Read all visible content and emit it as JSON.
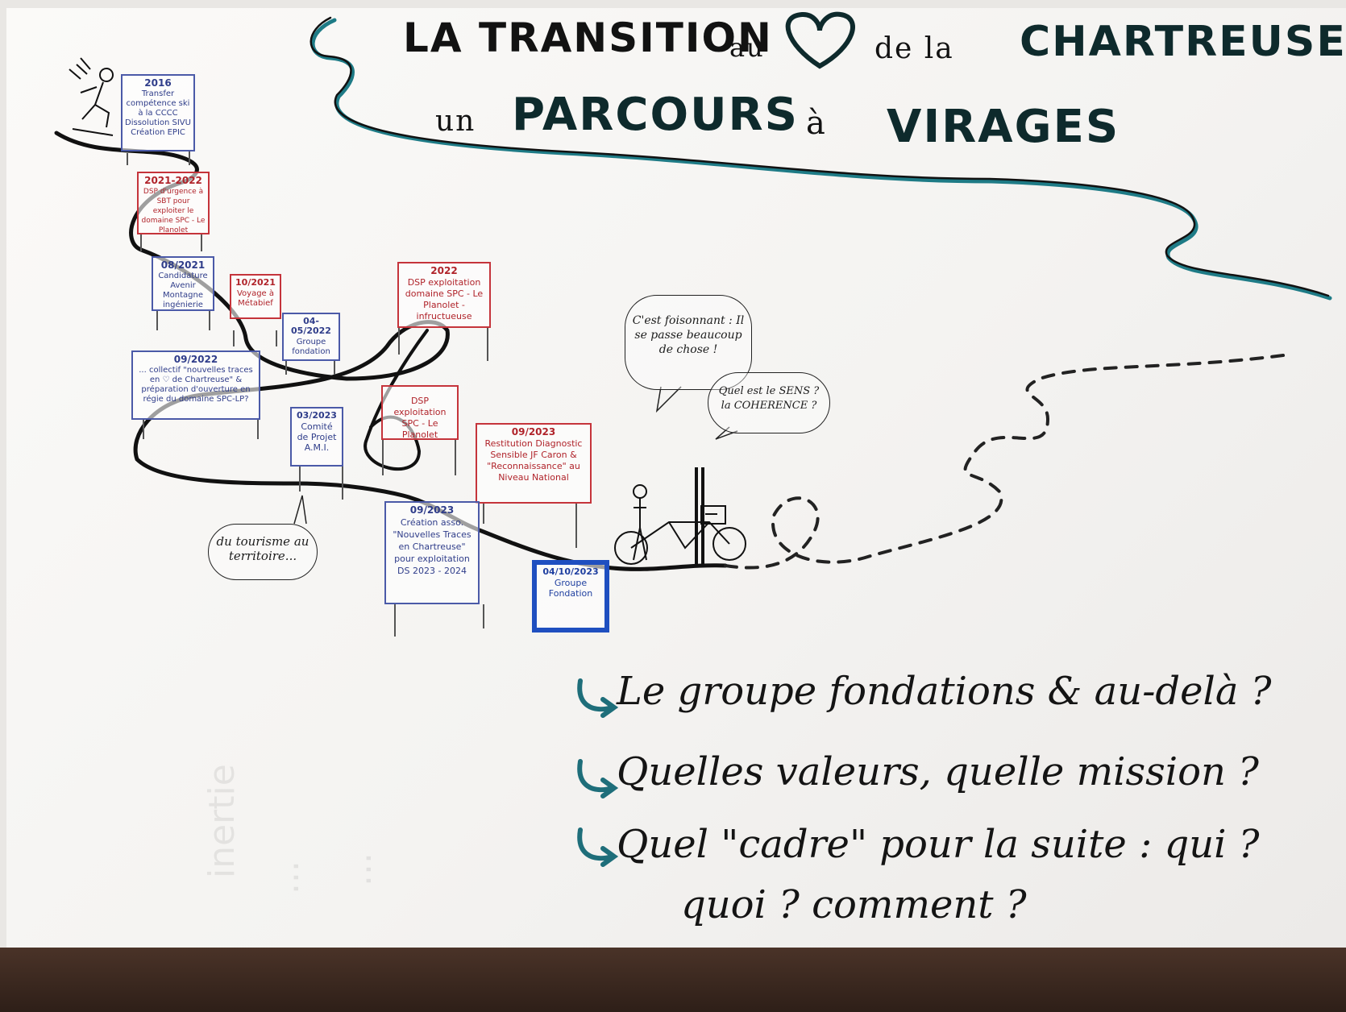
{
  "title": {
    "line1_a": "LA TRANSITION",
    "line1_b": "au",
    "line1_c": "de la",
    "line1_d": "CHARTREUSE =",
    "line2_a": "un",
    "line2_b": "PARCOURS",
    "line2_c": "à",
    "line2_d": "VIRAGES"
  },
  "signs": [
    {
      "year": "2016",
      "text": "Transfer compétence ski à la CCCC Dissolution SIVU Création EPIC",
      "color": "blue"
    },
    {
      "year": "2021-2022",
      "text": "DSP d'urgence à SBT pour exploiter le domaine SPC - Le Planolet",
      "color": "red"
    },
    {
      "year": "08/2021",
      "text": "Candidature Avenir Montagne ingénierie",
      "color": "blue"
    },
    {
      "year": "10/2021",
      "text": "Voyage à Métabief",
      "color": "red"
    },
    {
      "year": "2022",
      "text": "DSP exploitation domaine SPC - Le Planolet - infructueuse",
      "color": "red"
    },
    {
      "year": "04-05/2022",
      "text": "Groupe fondation",
      "color": "blue"
    },
    {
      "year": "09/2022",
      "text": "... collectif \"nouvelles traces en ♡ de Chartreuse\" & préparation d'ouverture en régie du domaine SPC-LP?",
      "color": "blue"
    },
    {
      "year": "03/2023",
      "text": "Comité de Projet A.M.I.",
      "color": "blue"
    },
    {
      "year": "",
      "text": "DSP exploitation SPC - Le Planolet",
      "color": "red"
    },
    {
      "year": "09/2023",
      "text": "Restitution Diagnostic Sensible JF Caron & \"Reconnaissance\" au Niveau National",
      "color": "red"
    },
    {
      "year": "09/2023",
      "text": "Création asso. \"Nouvelles Traces en Chartreuse\" pour exploitation DS 2023 - 2024",
      "color": "blue"
    },
    {
      "year": "04/10/2023",
      "text": "Groupe Fondation",
      "color": "bold-blue"
    }
  ],
  "bubbles": {
    "foisonnant": "C'est foisonnant : Il se passe beaucoup de chose !",
    "sens": "Quel est le SENS ? la COHERENCE ?",
    "tourisme": "du tourisme au territoire..."
  },
  "questions": {
    "q1": "Le groupe fondations & au-delà ?",
    "q2": "Quelles valeurs, quelle mission ?",
    "q3": "Quel \"cadre\" pour la suite : qui ?",
    "q3b": "quoi ? comment ?"
  },
  "icons": {
    "arrow": "curved-arrow-icon",
    "heart": "heart-icon",
    "skier": "skier-icon",
    "person_bike": "person-with-bike-icon"
  },
  "colors": {
    "teal": "#1e7b86",
    "sign_blue": "#4b5aa8",
    "sign_red": "#c5343b",
    "ink": "#141414"
  }
}
